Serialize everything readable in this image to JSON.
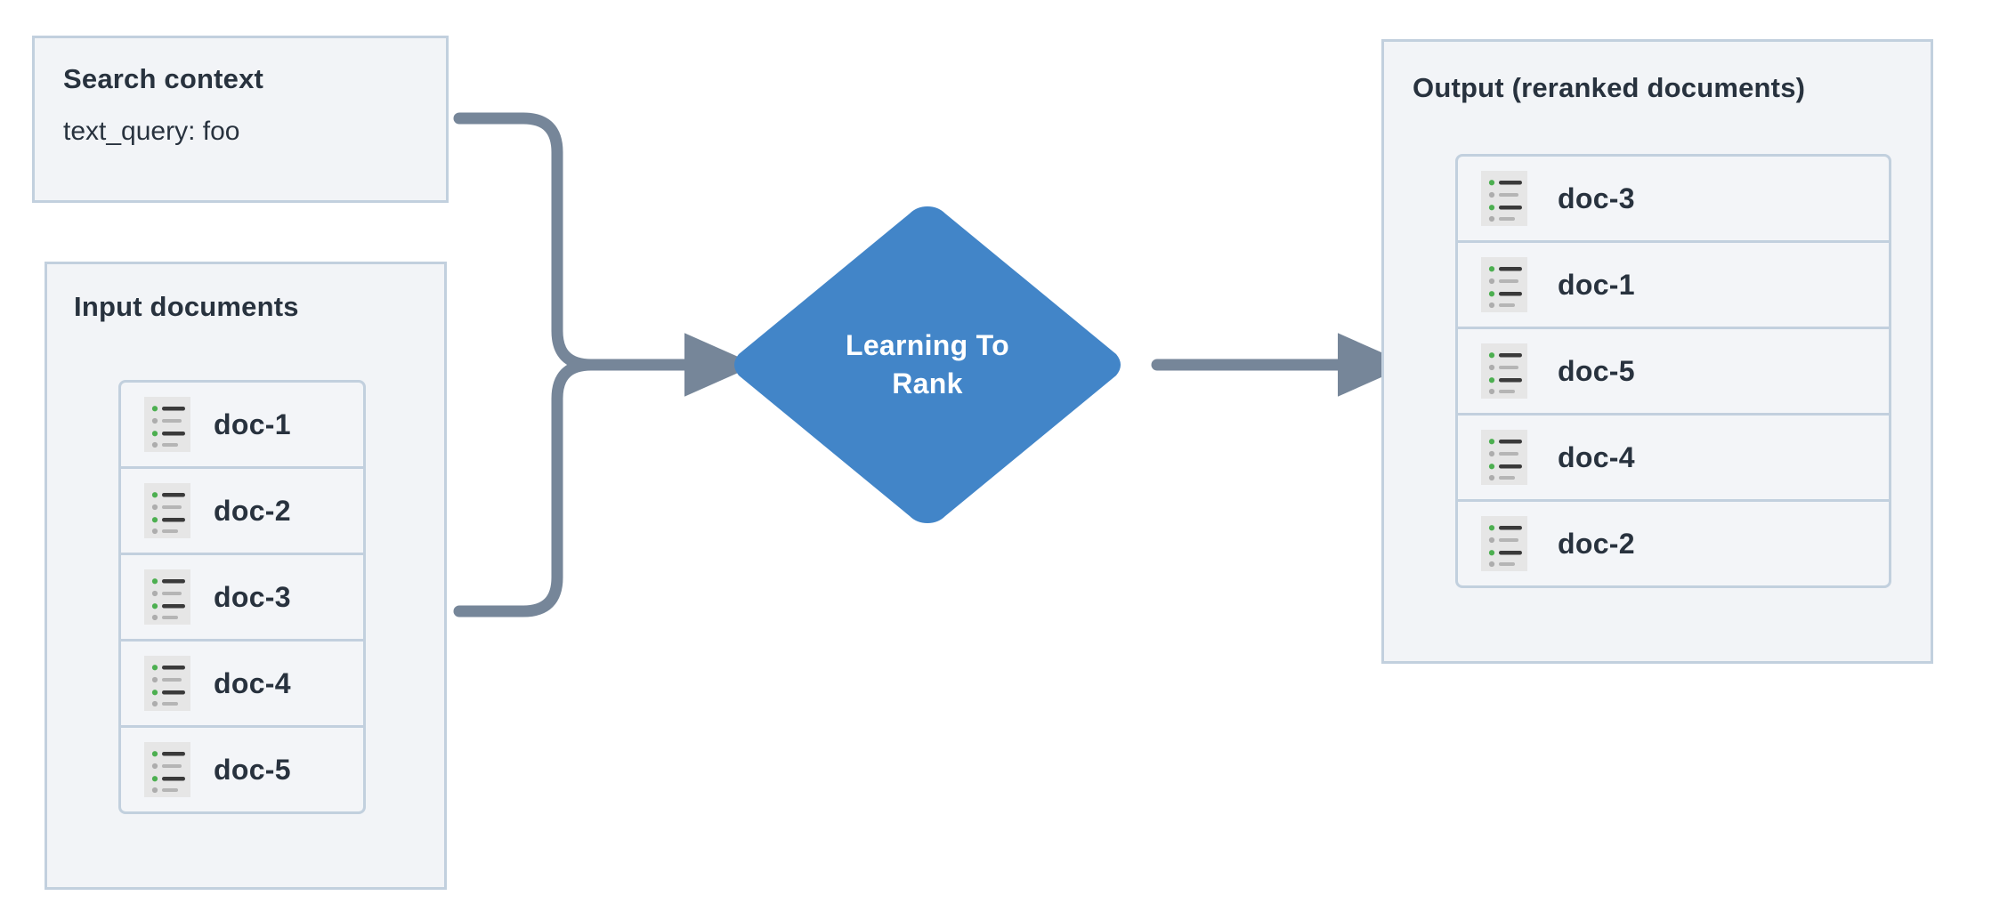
{
  "diagram": {
    "title": "Learning To Rank reranking flow",
    "colors": {
      "panel_background": "#f2f4f7",
      "panel_border": "#c2d0de",
      "text": "#28323e",
      "node_fill": "#4285c8",
      "node_text": "#ffffff",
      "connector": "#768699",
      "icon_background": "#e6e6e6",
      "icon_bullet_green": "#4caf50",
      "icon_bullet_gray": "#adadad",
      "icon_line_dark": "#3a3a3a",
      "icon_line_gray": "#b5b5b5"
    }
  },
  "search_context": {
    "title": "Search context",
    "query_line": "text_query: foo",
    "icon": "text-query-icon"
  },
  "input_documents": {
    "title": "Input documents",
    "items": [
      {
        "label": "doc-1",
        "icon": "document-list-icon"
      },
      {
        "label": "doc-2",
        "icon": "document-list-icon"
      },
      {
        "label": "doc-3",
        "icon": "document-list-icon"
      },
      {
        "label": "doc-4",
        "icon": "document-list-icon"
      },
      {
        "label": "doc-5",
        "icon": "document-list-icon"
      }
    ]
  },
  "ltr_node": {
    "label": "Learning To Rank",
    "line1": "Learning To",
    "line2": "Rank",
    "shape": "diamond"
  },
  "output": {
    "title": "Output (reranked documents)",
    "items": [
      {
        "label": "doc-3",
        "icon": "document-list-icon"
      },
      {
        "label": "doc-1",
        "icon": "document-list-icon"
      },
      {
        "label": "doc-5",
        "icon": "document-list-icon"
      },
      {
        "label": "doc-4",
        "icon": "document-list-icon"
      },
      {
        "label": "doc-2",
        "icon": "document-list-icon"
      }
    ]
  },
  "connectors": [
    {
      "name": "search-context-to-ltr",
      "from": "search_context",
      "to": "ltr_node",
      "arrow": true
    },
    {
      "name": "input-documents-to-ltr",
      "from": "input_documents",
      "to": "ltr_node",
      "arrow": true
    },
    {
      "name": "ltr-to-output",
      "from": "ltr_node",
      "to": "output",
      "arrow": true
    }
  ]
}
